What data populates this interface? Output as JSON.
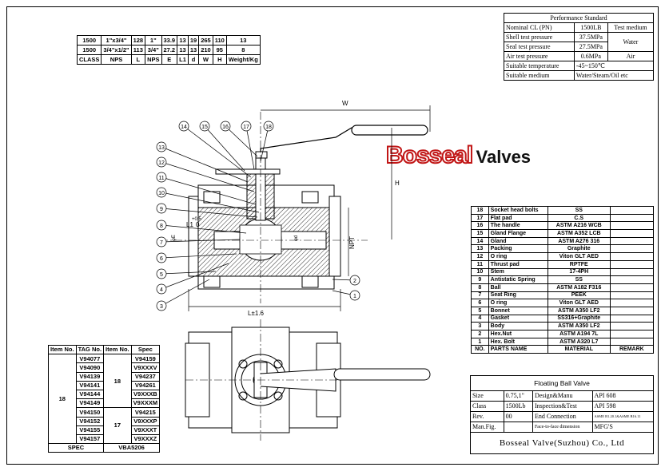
{
  "performance": {
    "title": "Performance Standard",
    "rows": [
      {
        "label": "Nominal CL (PN)",
        "value": "1500LB",
        "medium": "Test medium"
      },
      {
        "label": "Shell test pressure",
        "value": "37.5MPa",
        "medium": "Water"
      },
      {
        "label": "Seal test pressure",
        "value": "27.5MPa"
      },
      {
        "label": "Air test pressure",
        "value": "0.6MPa",
        "medium": "Air"
      },
      {
        "label": "Suitable temperature",
        "value": "-45~150℃"
      },
      {
        "label": "Suitable medium",
        "value": "Water/Steam/Oil etc"
      }
    ]
  },
  "dimensions": {
    "rows": [
      [
        "1500",
        "1\"x3/4\"",
        "128",
        "1\"",
        "33.9",
        "13",
        "19",
        "265",
        "110",
        "13"
      ],
      [
        "1500",
        "3/4\"x1/2\"",
        "113",
        "3/4\"",
        "27.2",
        "13",
        "13",
        "210",
        "95",
        "8"
      ],
      [
        "CLASS",
        "NPS",
        "L",
        "NPS",
        "E",
        "L1",
        "d",
        "W",
        "H",
        "Weight/Kg"
      ]
    ]
  },
  "brand": {
    "word1": "Bosseal",
    "word2": "Valves"
  },
  "drawing": {
    "callouts": [
      "1",
      "2",
      "3",
      "4",
      "5",
      "6",
      "7",
      "8",
      "9",
      "10",
      "11",
      "12",
      "13",
      "14",
      "15",
      "16",
      "17",
      "18"
    ],
    "labels": {
      "w": "W",
      "h": "H",
      "npt": "NPT",
      "l": "L±1.6",
      "l1": "L1",
      "l1_val": "0",
      "phi_e": "φE",
      "phi_d": "φd",
      "tol": "+0.5"
    }
  },
  "parts": {
    "rows": [
      [
        "18",
        "Socket head bolts",
        "SS"
      ],
      [
        "17",
        "Flat pad",
        "C.S"
      ],
      [
        "16",
        "The handle",
        "ASTM A216 WCB"
      ],
      [
        "15",
        "Gland Flange",
        "ASTM A352 LCB"
      ],
      [
        "14",
        "Gland",
        "ASTM A276 316"
      ],
      [
        "13",
        "Packing",
        "Graphite"
      ],
      [
        "12",
        "O ring",
        "Viton GLT AED"
      ],
      [
        "11",
        "Thrust pad",
        "RPTFE"
      ],
      [
        "10",
        "Stem",
        "17-4PH"
      ],
      [
        "9",
        "Antistatic Spring",
        "SS"
      ],
      [
        "8",
        "Ball",
        "ASTM A182 F316"
      ],
      [
        "7",
        "Seat Ring",
        "PEEK"
      ],
      [
        "6",
        "O ring",
        "Viton GLT AED"
      ],
      [
        "5",
        "Bonnet",
        "ASTM A350 LF2"
      ],
      [
        "4",
        "Gasket",
        "SS316+Graphite"
      ],
      [
        "3",
        "Body",
        "ASTM A350 LF2"
      ],
      [
        "2",
        "Hex.Nut",
        "ASTM A194 7L"
      ],
      [
        "1",
        "Hex. Bolt",
        "ASTM A320 L7"
      ]
    ],
    "header": {
      "no": "NO.",
      "name": "PARTS NAME",
      "material": "MATERIAL",
      "remark": "REMARK"
    }
  },
  "tags": {
    "header": [
      "Item No.",
      "TAG No.",
      "Item No.",
      "Spec"
    ],
    "item": "18",
    "tag_nos": [
      "V94077",
      "V94090",
      "V94139",
      "V94141",
      "V94144",
      "V94149",
      "V94150",
      "V94152",
      "V94155",
      "V94157"
    ],
    "specs": [
      "V94159",
      "V9XXXV",
      "V94237",
      "V94261",
      "V9XXXB",
      "V9XXXM",
      "V94215",
      "V9XXXP",
      "V9XXXT",
      "V9XXXZ"
    ],
    "group1_item": "18",
    "group2_item": "17",
    "spec_label": "SPEC",
    "spec_value": "VBA5206"
  },
  "title_block": {
    "name": "Floating Ball Valve",
    "size_label": "Size",
    "size_value": "0.75,1\"",
    "design_label": "Design&Manu",
    "design_value": "API 608",
    "class_label": "Class",
    "class_value": "1500Lb",
    "insp_label": "Inspection&Test",
    "insp_value": "API 598",
    "rev_label": "Rev.",
    "rev_value": "00",
    "end_label": "End Connection",
    "end_value": "ASME B1.20.1&ASME B16.11",
    "fig_label": "Man.Fig.",
    "f2f_label": "Face-to-face dimension",
    "f2f_value": "MFG'S",
    "company": "Bosseal Valve(Suzhou) Co., Ltd"
  }
}
